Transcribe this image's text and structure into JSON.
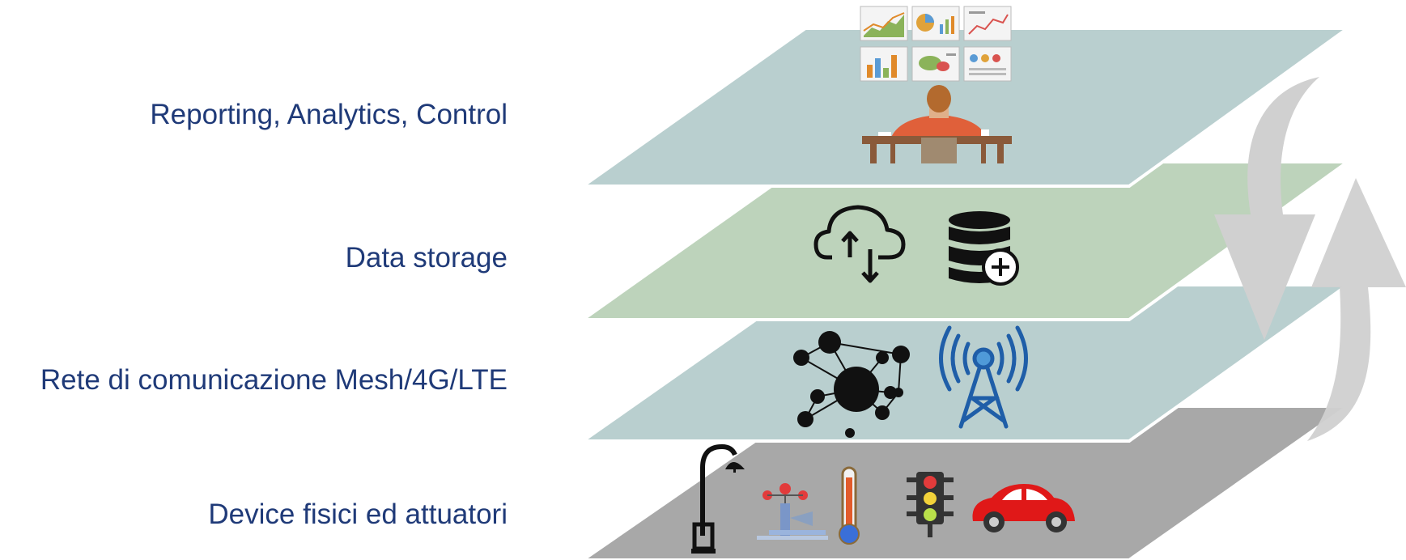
{
  "layers": [
    {
      "label": "Reporting, Analytics, Control",
      "color": "#b9cfcf",
      "icons": [
        "dashboard-chart-icon",
        "person-at-desk-icon"
      ]
    },
    {
      "label": "Data storage",
      "color": "#bdd3bb",
      "icons": [
        "cloud-sync-icon",
        "database-add-icon"
      ]
    },
    {
      "label": "Rete di comunicazione Mesh/4G/LTE",
      "color": "#b9cfcf",
      "icons": [
        "mesh-network-icon",
        "radio-tower-icon"
      ]
    },
    {
      "label": "Device fisici ed attuatori",
      "color": "#a8a8a8",
      "icons": [
        "street-lamp-icon",
        "weather-vane-icon",
        "thermometer-icon",
        "traffic-light-icon",
        "car-icon"
      ]
    }
  ],
  "cycle_arrows": {
    "color": "#d2d2d2",
    "icons": [
      "down-arrow-icon",
      "up-arrow-icon"
    ]
  }
}
